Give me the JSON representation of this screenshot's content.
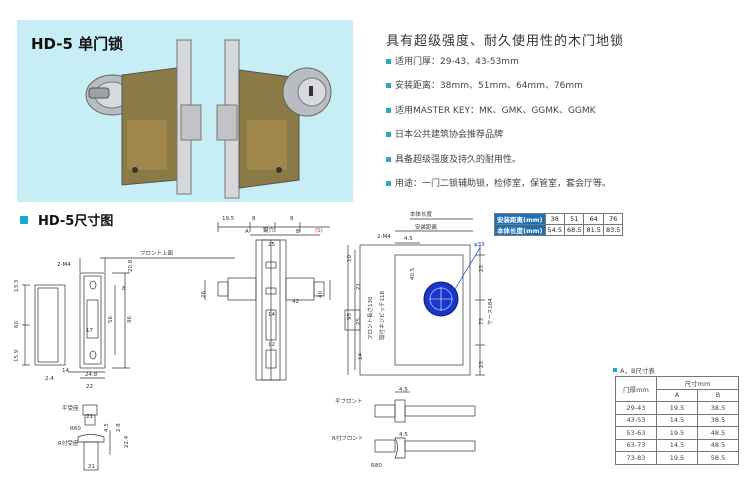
{
  "hero": {
    "title": "HD-5 单门锁"
  },
  "features": {
    "title": "具有超级强度、耐久使用性的木门地锁",
    "items": [
      "适用门厚：29-43、43-53mm",
      "安装距离：38mm、51mm、64mm、76mm",
      "适用MASTER KEY：MK、GMK、GGMK、GGMK",
      "日本公共建筑协会推荐品牌",
      "具备超级强度及持久的耐用性。",
      "用途：一门二锁辅助锁，检修室，保管室，套会厅等。"
    ]
  },
  "section": {
    "title": "HD-5尺寸图"
  },
  "distance_table": {
    "row1": {
      "label": "安装距离(mm)",
      "values": [
        "38",
        "51",
        "64",
        "76"
      ]
    },
    "row2": {
      "label": "本体长度(mm)",
      "values": [
        "54.5",
        "68.5",
        "81.5",
        "83.5"
      ]
    }
  },
  "ab_table": {
    "title": "A，B尺寸表",
    "head_left": "门厚mm",
    "head_top": "尺寸mm",
    "col_a": "A",
    "col_b": "B",
    "rows": [
      [
        "29-43",
        "19.5",
        "38.5"
      ],
      [
        "43-53",
        "14.5",
        "38.5"
      ],
      [
        "53-63",
        "19.5",
        "48.5"
      ],
      [
        "63-73",
        "14.5",
        "48.5"
      ],
      [
        "73-83",
        "19.5",
        "58.5"
      ]
    ]
  },
  "labels": {
    "front_upper": "フロント上面",
    "m4_left": "2-M4",
    "m4_right": "2-M4",
    "flat_case": "平受座",
    "r_case": "R付受座",
    "flat_front": "平フロント",
    "r_front": "R付フロント",
    "r60": "R60",
    "r80": "R80",
    "s_mark": "(S)",
    "center_mark": "鍵穴",
    "body_len_label": "本体长度",
    "install_label": "安装距离",
    "phi33": "φ33",
    "front_top_dim": "フロント長さ130",
    "case_dim": "ケース184",
    "side_text": "取付ネジピッチ118"
  },
  "dims": {
    "d19_5": "19.5",
    "d8a": "8",
    "d8b": "8",
    "dA1": "A",
    "dB1": "B",
    "d25a": "25",
    "d20_8": "20.8",
    "d8c": "8",
    "d13_3": "13.3",
    "d60": "60",
    "d15_9": "15.9",
    "d17": "17",
    "d56": "56",
    "d96": "96",
    "d14": "14",
    "d2_4": "2.4",
    "d24_8": "24.8",
    "d22": "22",
    "d21a": "21",
    "d21b": "21",
    "d4_5a": "4.5",
    "d2_8": "2.8",
    "d22_4": "22.4",
    "d26": "26",
    "d40": "40",
    "d42": "42",
    "d14b": "14",
    "d12": "12",
    "d4_5b": "4.5",
    "d4_5c": "4.5",
    "d4_5d": "4.5",
    "d40_5": "40.5",
    "d21c": "21",
    "d25b": "25",
    "d73": "73",
    "d23a": "23",
    "d23b": "23",
    "d95": "95",
    "d10": "10",
    "d14c": "14"
  }
}
